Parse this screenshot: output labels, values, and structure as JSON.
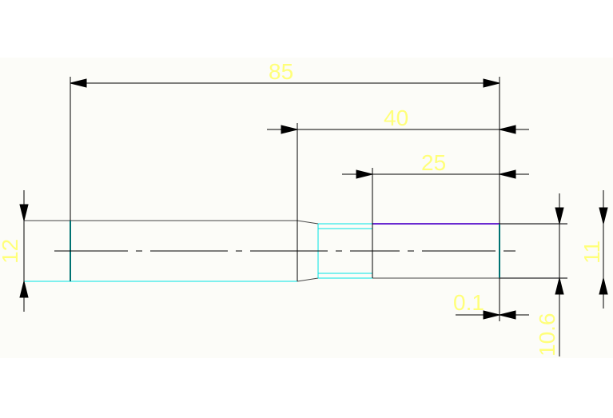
{
  "drawing": {
    "colors": {
      "background": "#fcfcf8",
      "dimension_line": "#000000",
      "dimension_text": "#ffff7a",
      "shaft_outline": "#444444",
      "shaft_edge": "#00e5e5",
      "top_edge_highlight": "#6a2bd1",
      "center_line": "#000000"
    },
    "dimensions": {
      "overall_length": "85",
      "length_40": "40",
      "length_25": "25",
      "left_diameter": "12",
      "right_diameter": "11",
      "offset": "0.1",
      "lower_value": "10.6"
    }
  }
}
